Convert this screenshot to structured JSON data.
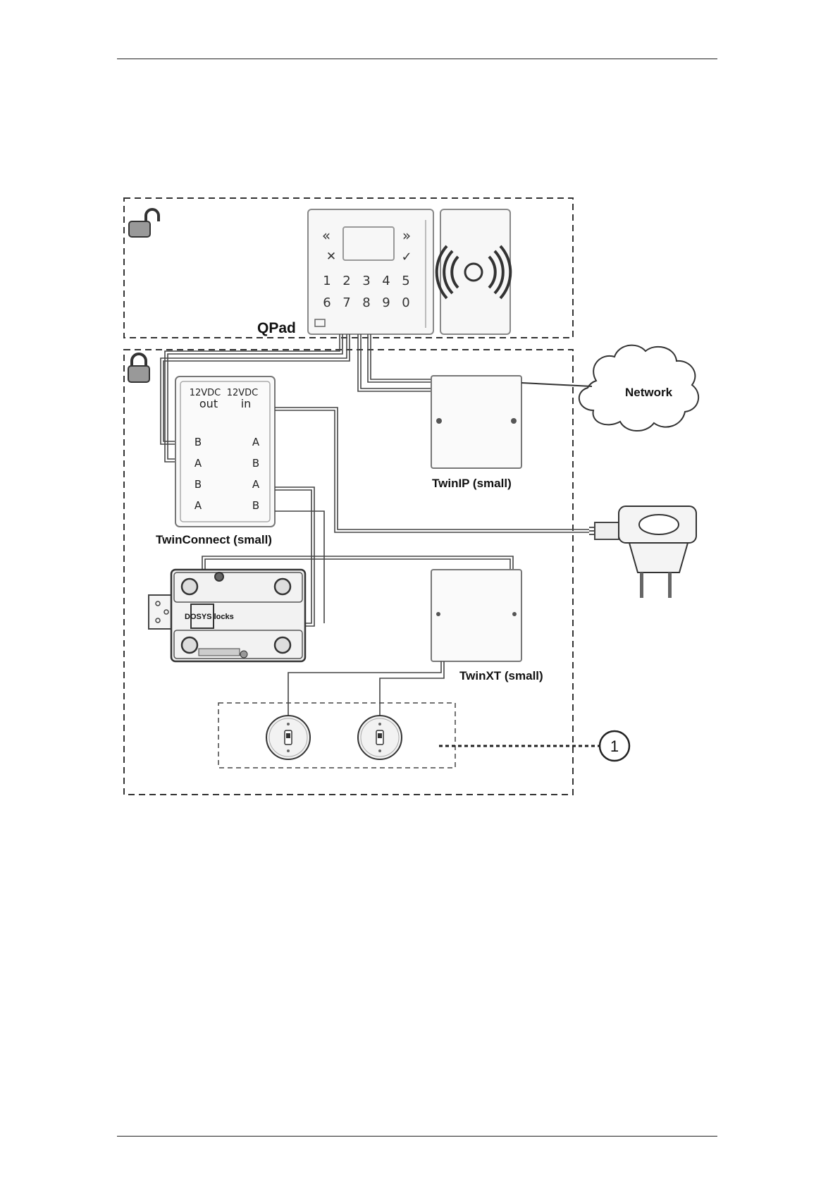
{
  "labels": {
    "qpad": "QPad",
    "twinconnect": "TwinConnect (small)",
    "twinip": "TwinIP (small)",
    "twinxt": "TwinXT (small)",
    "network": "Network",
    "lock_brand": "DOSYS locks",
    "callout": "1"
  },
  "twinconnect_terminals": {
    "out_header_1": "12VDC",
    "out_header_2": "out",
    "in_header_1": "12VDC",
    "in_header_2": "in",
    "left": [
      "B",
      "A",
      "B",
      "A"
    ],
    "right": [
      "A",
      "B",
      "A",
      "B"
    ]
  },
  "qpad_keys": {
    "row1": [
      "1",
      "2",
      "3",
      "4",
      "5"
    ],
    "row2": [
      "6",
      "7",
      "8",
      "9",
      "0"
    ],
    "left_top": "«",
    "right_top": "»",
    "cancel": "✕",
    "confirm": "✓"
  },
  "icons": [
    "unlocked-padlock-icon",
    "locked-padlock-icon",
    "rfid-waves-icon",
    "power-adapter-icon",
    "cloud-icon"
  ]
}
